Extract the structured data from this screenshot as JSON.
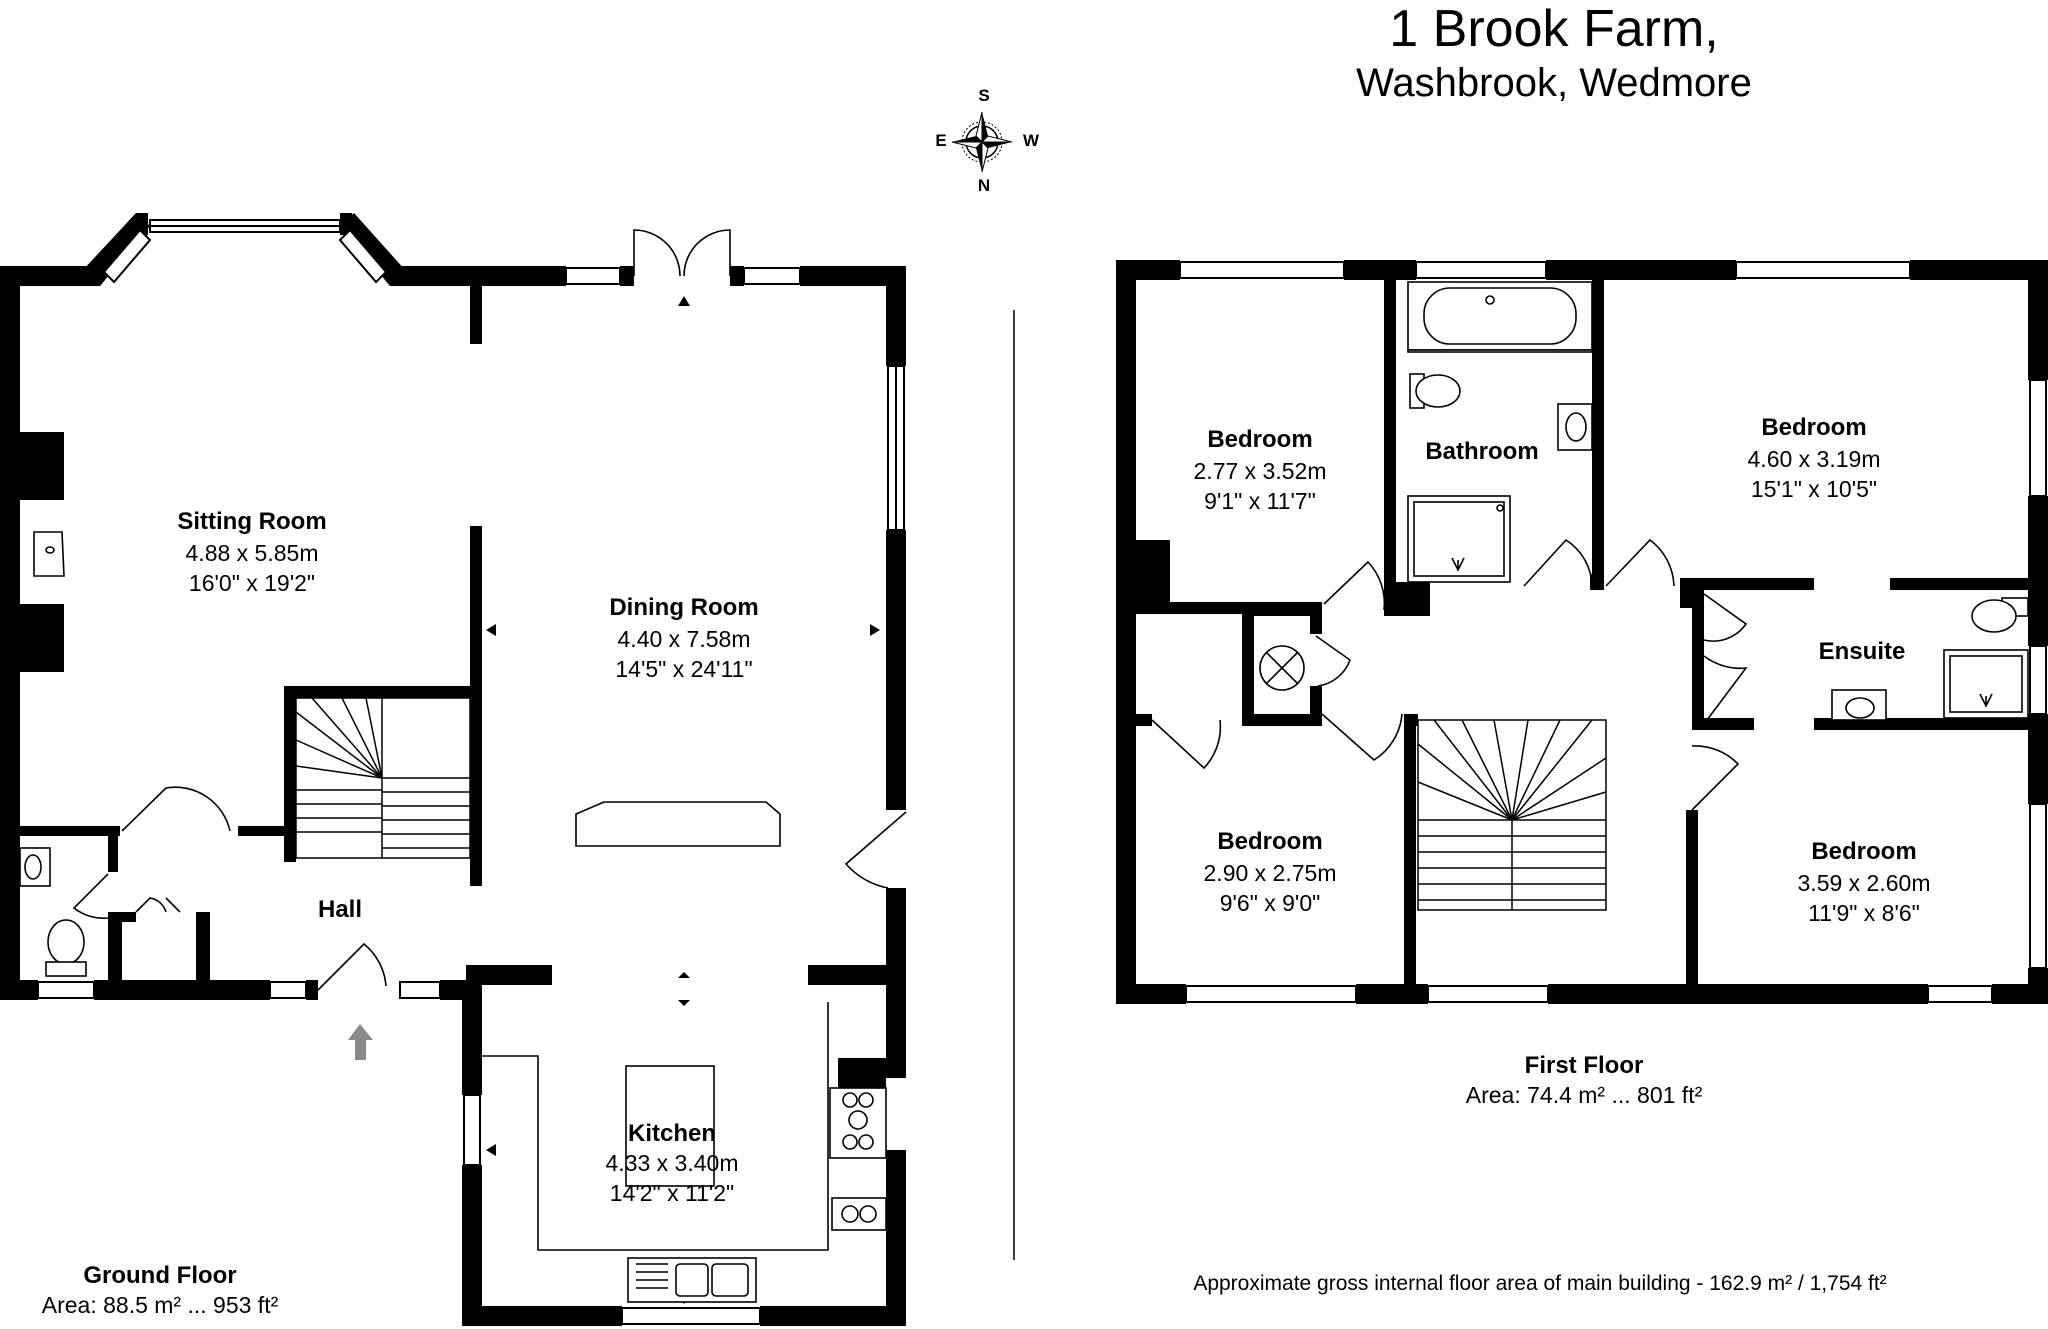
{
  "header": {
    "title": "1 Brook Farm,",
    "subtitle": "Washbrook, Wedmore"
  },
  "compass": {
    "top": "S",
    "left": "E",
    "right": "W",
    "bottom": "N",
    "icon": "compass-rose-icon"
  },
  "ground_floor": {
    "label": "Ground Floor",
    "area": "Area: 88.5 m² ... 953 ft²",
    "rooms": {
      "sitting": {
        "name": "Sitting Room",
        "metric": "4.88 x 5.85m",
        "imperial": "16'0\" x 19'2\""
      },
      "dining": {
        "name": "Dining Room",
        "metric": "4.40 x 7.58m",
        "imperial": "14'5\" x 24'11\""
      },
      "hall": {
        "name": "Hall"
      },
      "kitchen": {
        "name": "Kitchen",
        "metric": "4.33 x 3.40m",
        "imperial": "14'2\" x 11'2\""
      }
    }
  },
  "first_floor": {
    "label": "First Floor",
    "area": "Area: 74.4 m² ... 801 ft²",
    "rooms": {
      "bed1": {
        "name": "Bedroom",
        "metric": "2.77 x 3.52m",
        "imperial": "9'1\" x 11'7\""
      },
      "bathroom": {
        "name": "Bathroom"
      },
      "bed2": {
        "name": "Bedroom",
        "metric": "4.60 x 3.19m",
        "imperial": "15'1\" x 10'5\""
      },
      "ensuite": {
        "name": "Ensuite"
      },
      "bed3": {
        "name": "Bedroom",
        "metric": "2.90 x 2.75m",
        "imperial": "9'6\" x 9'0\""
      },
      "bed4": {
        "name": "Bedroom",
        "metric": "3.59 x 2.60m",
        "imperial": "11'9\" x 8'6\""
      }
    }
  },
  "gross_area": "Approximate gross internal floor area of main building  -  162.9 m² /  1,754 ft²",
  "colors": {
    "wall": "#000000",
    "fixture_stroke": "#000000",
    "window_fill": "#ffffff",
    "entrance_arrow": "#8a8a8a"
  }
}
